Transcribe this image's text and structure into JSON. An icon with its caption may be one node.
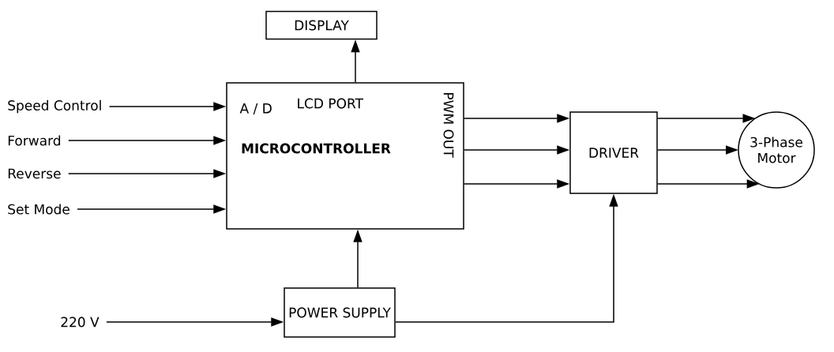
{
  "diagram": {
    "nodes": [
      {
        "text": [
          "DISPLAY"
        ]
      },
      {
        "text": [
          "A / D",
          "LCD PORT",
          "MICROCONTROLLER",
          "PWM OUT"
        ]
      },
      {
        "text": [
          "DRIVER"
        ]
      },
      {
        "text": [
          "3-Phase Motor"
        ]
      },
      {
        "text": [
          "POWER SUPPLY"
        ]
      },
      {
        "text": [
          "Speed Control"
        ]
      },
      {
        "text": [
          "Forward"
        ]
      },
      {
        "text": [
          "Reverse"
        ]
      },
      {
        "text": [
          "Set Mode"
        ]
      },
      {
        "text": [
          "220 V"
        ]
      }
    ],
    "edges": [
      {
        "from": 5,
        "to": 1,
        "arrow": "to"
      },
      {
        "from": 6,
        "to": 1,
        "arrow": "to"
      },
      {
        "from": 7,
        "to": 1,
        "arrow": "to"
      },
      {
        "from": 8,
        "to": 1,
        "arrow": "to"
      },
      {
        "from": 1,
        "to": 0,
        "arrow": "to"
      },
      {
        "from": 1,
        "to": 2,
        "arrow": "to"
      },
      {
        "from": 1,
        "to": 2,
        "arrow": "to"
      },
      {
        "from": 1,
        "to": 2,
        "arrow": "to"
      },
      {
        "from": 2,
        "to": 3,
        "arrow": "to"
      },
      {
        "from": 2,
        "to": 3,
        "arrow": "to"
      },
      {
        "from": 2,
        "to": 3,
        "arrow": "to"
      },
      {
        "from": 4,
        "to": 1,
        "arrow": "to"
      },
      {
        "from": 4,
        "to": 2,
        "arrow": "to"
      },
      {
        "from": 9,
        "to": 4,
        "arrow": "to"
      }
    ]
  }
}
